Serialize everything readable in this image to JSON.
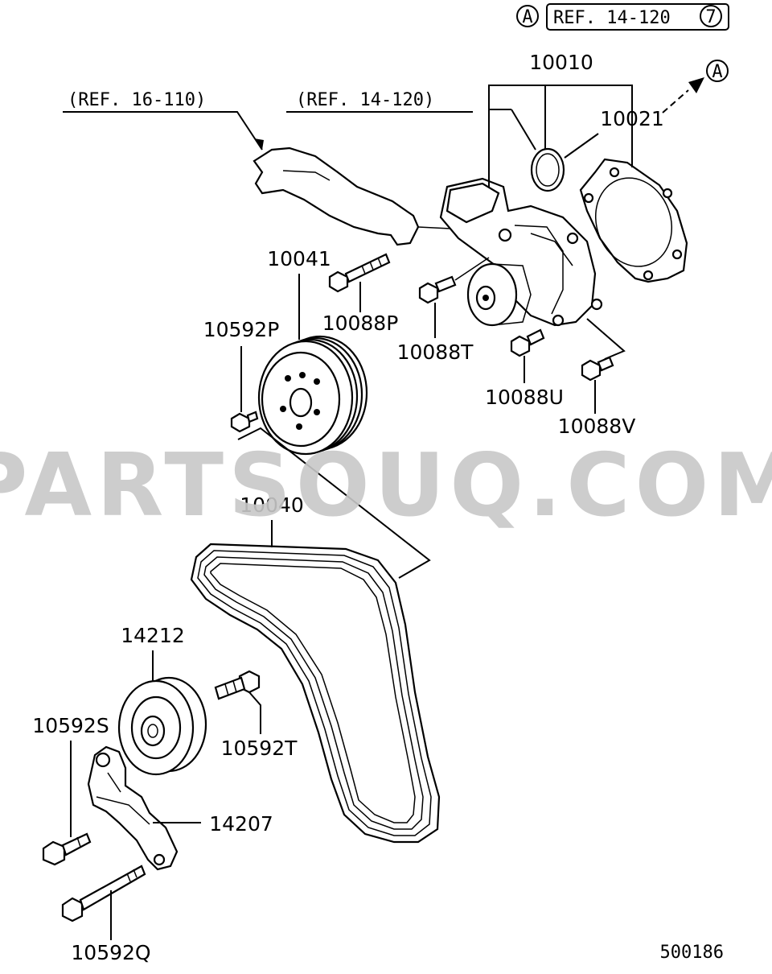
{
  "header": {
    "circle_a": "A",
    "ref_box": "REF. 14-120",
    "ref_circle": "7"
  },
  "refs": {
    "ref_16_110": "(REF. 16-110)",
    "ref_14_120": "(REF. 14-120)",
    "arrow_a": "A"
  },
  "parts": [
    {
      "id": "10010"
    },
    {
      "id": "10021"
    },
    {
      "id": "10041"
    },
    {
      "id": "10088P"
    },
    {
      "id": "10592P"
    },
    {
      "id": "10088T"
    },
    {
      "id": "10088U"
    },
    {
      "id": "10088V"
    },
    {
      "id": "10040"
    },
    {
      "id": "14212"
    },
    {
      "id": "10592S"
    },
    {
      "id": "10592T"
    },
    {
      "id": "14207"
    },
    {
      "id": "10592Q"
    }
  ],
  "watermark": "PARTSOUQ.COM",
  "diagram_code": "500186"
}
